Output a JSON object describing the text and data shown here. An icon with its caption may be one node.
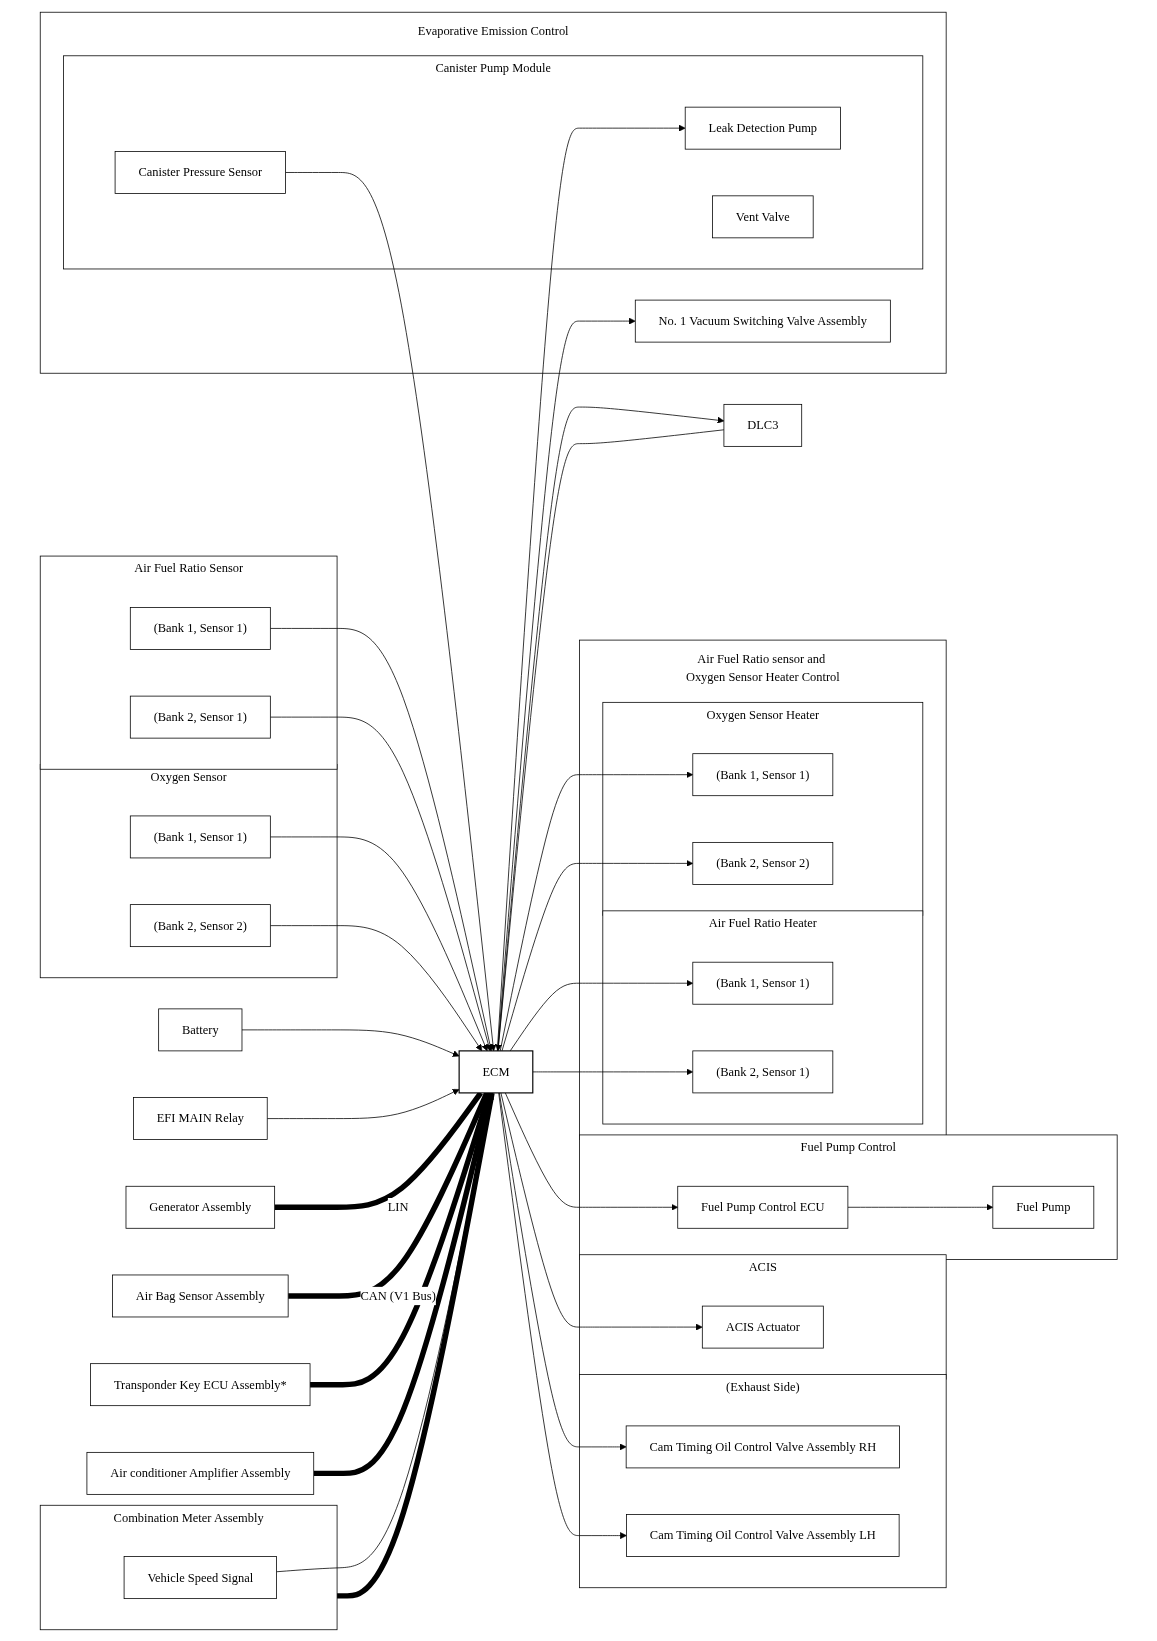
{
  "diagram": {
    "nodes": [
      {
        "text": [
          "ECM"
        ]
      },
      {
        "text": [
          "Air Fuel Ratio Sensor"
        ]
      },
      {
        "text": [
          "(Bank 1, Sensor 1)"
        ],
        "in": 1
      },
      {
        "text": [
          "(Bank 2, Sensor 1)"
        ],
        "in": 1
      },
      {
        "text": [
          "Oxygen Sensor"
        ]
      },
      {
        "text": [
          "(Bank 1, Sensor 1)"
        ],
        "in": 4
      },
      {
        "text": [
          "(Bank 2, Sensor 2)"
        ],
        "in": 4
      },
      {
        "text": [
          "Battery"
        ]
      },
      {
        "text": [
          "EFI MAIN Relay"
        ]
      },
      {
        "text": [
          "Generator Assembly"
        ]
      },
      {
        "text": [
          "DLC3"
        ]
      },
      {
        "text": [
          "Air Bag Sensor Assembly"
        ]
      },
      {
        "text": [
          "Transponder Key ECU Assembly*"
        ]
      },
      {
        "text": [
          "Air conditioner Amplifier Assembly"
        ]
      },
      {
        "text": [
          "Combination Meter Assembly"
        ]
      },
      {
        "text": [
          "Vehicle Speed Signal"
        ],
        "in": 14
      },
      {
        "text": [
          "(Exhaust Side)"
        ]
      },
      {
        "text": [
          "Cam Timing Oil Control Valve Assembly RH"
        ],
        "in": 16
      },
      {
        "text": [
          "Cam Timing Oil Control Valve Assembly LH"
        ],
        "in": 16
      },
      {
        "text": [
          "ACIS"
        ]
      },
      {
        "text": [
          "ACIS Actuator"
        ],
        "in": 19
      },
      {
        "text": [
          "Fuel Pump Control"
        ]
      },
      {
        "text": [
          "Fuel Pump Control ECU"
        ],
        "in": 21
      },
      {
        "text": [
          "Fuel Pump"
        ],
        "in": 21
      },
      {
        "text": [
          "Air Fuel Ratio sensor and Oxygen Sensor Heater Control"
        ]
      },
      {
        "text": [
          "Air Fuel Ratio Heater"
        ],
        "in": 24
      },
      {
        "text": [
          "(Bank 1, Sensor 1)"
        ],
        "in": 25
      },
      {
        "text": [
          "(Bank 2, Sensor 1)"
        ],
        "in": 25
      },
      {
        "text": [
          "Oxygen Sensor Heater"
        ],
        "in": 24
      },
      {
        "text": [
          "(Bank 1, Sensor 1)"
        ],
        "in": 28
      },
      {
        "text": [
          "(Bank 2, Sensor 2)"
        ],
        "in": 28
      },
      {
        "text": [
          "Evaporative Emission Control"
        ]
      },
      {
        "text": [
          "Canister Pump Module"
        ],
        "in": 31
      },
      {
        "text": [
          "Canister Pressure Sensor"
        ],
        "in": 32
      },
      {
        "text": [
          "Leak Detection Pump"
        ],
        "in": 32
      },
      {
        "text": [
          "Vent Valve"
        ],
        "in": 32
      },
      {
        "text": [
          "No. 1 Vacuum Switching Valve Assembly"
        ],
        "in": 31
      }
    ],
    "edges": [
      {
        "from": 2,
        "to": 0,
        "arrow": "to"
      },
      {
        "from": 3,
        "to": 0,
        "arrow": "to"
      },
      {
        "from": 5,
        "to": 0,
        "arrow": "to"
      },
      {
        "from": 6,
        "to": 0,
        "arrow": "to"
      },
      {
        "from": 7,
        "to": 0,
        "arrow": "to"
      },
      {
        "from": 8,
        "to": 0,
        "arrow": "to"
      },
      {
        "from": 9,
        "to": 0,
        "arrow": "none",
        "label": "LIN",
        "style": "thick"
      },
      {
        "from": 10,
        "to": 0,
        "arrow": "to"
      },
      {
        "from": 0,
        "to": 10,
        "arrow": "to"
      },
      {
        "from": 11,
        "to": 0,
        "arrow": "none",
        "label": "CAN (V1 Bus)",
        "style": "thick"
      },
      {
        "from": 12,
        "to": 0,
        "arrow": "none",
        "style": "thick"
      },
      {
        "from": 13,
        "to": 0,
        "arrow": "none",
        "style": "thick"
      },
      {
        "from": 14,
        "to": 0,
        "arrow": "none",
        "style": "thick"
      },
      {
        "from": 15,
        "to": 0,
        "arrow": "to"
      },
      {
        "from": 0,
        "to": 17,
        "arrow": "to"
      },
      {
        "from": 0,
        "to": 18,
        "arrow": "to"
      },
      {
        "from": 0,
        "to": 20,
        "arrow": "to"
      },
      {
        "from": 0,
        "to": 22,
        "arrow": "to"
      },
      {
        "from": 22,
        "to": 23,
        "arrow": "to"
      },
      {
        "from": 0,
        "to": 26,
        "arrow": "to"
      },
      {
        "from": 0,
        "to": 27,
        "arrow": "to"
      },
      {
        "from": 0,
        "to": 29,
        "arrow": "to"
      },
      {
        "from": 0,
        "to": 30,
        "arrow": "to"
      },
      {
        "from": 33,
        "to": 0,
        "arrow": "to"
      },
      {
        "from": 0,
        "to": 34,
        "arrow": "to"
      },
      {
        "from": 0,
        "to": 36,
        "arrow": "to"
      }
    ]
  }
}
